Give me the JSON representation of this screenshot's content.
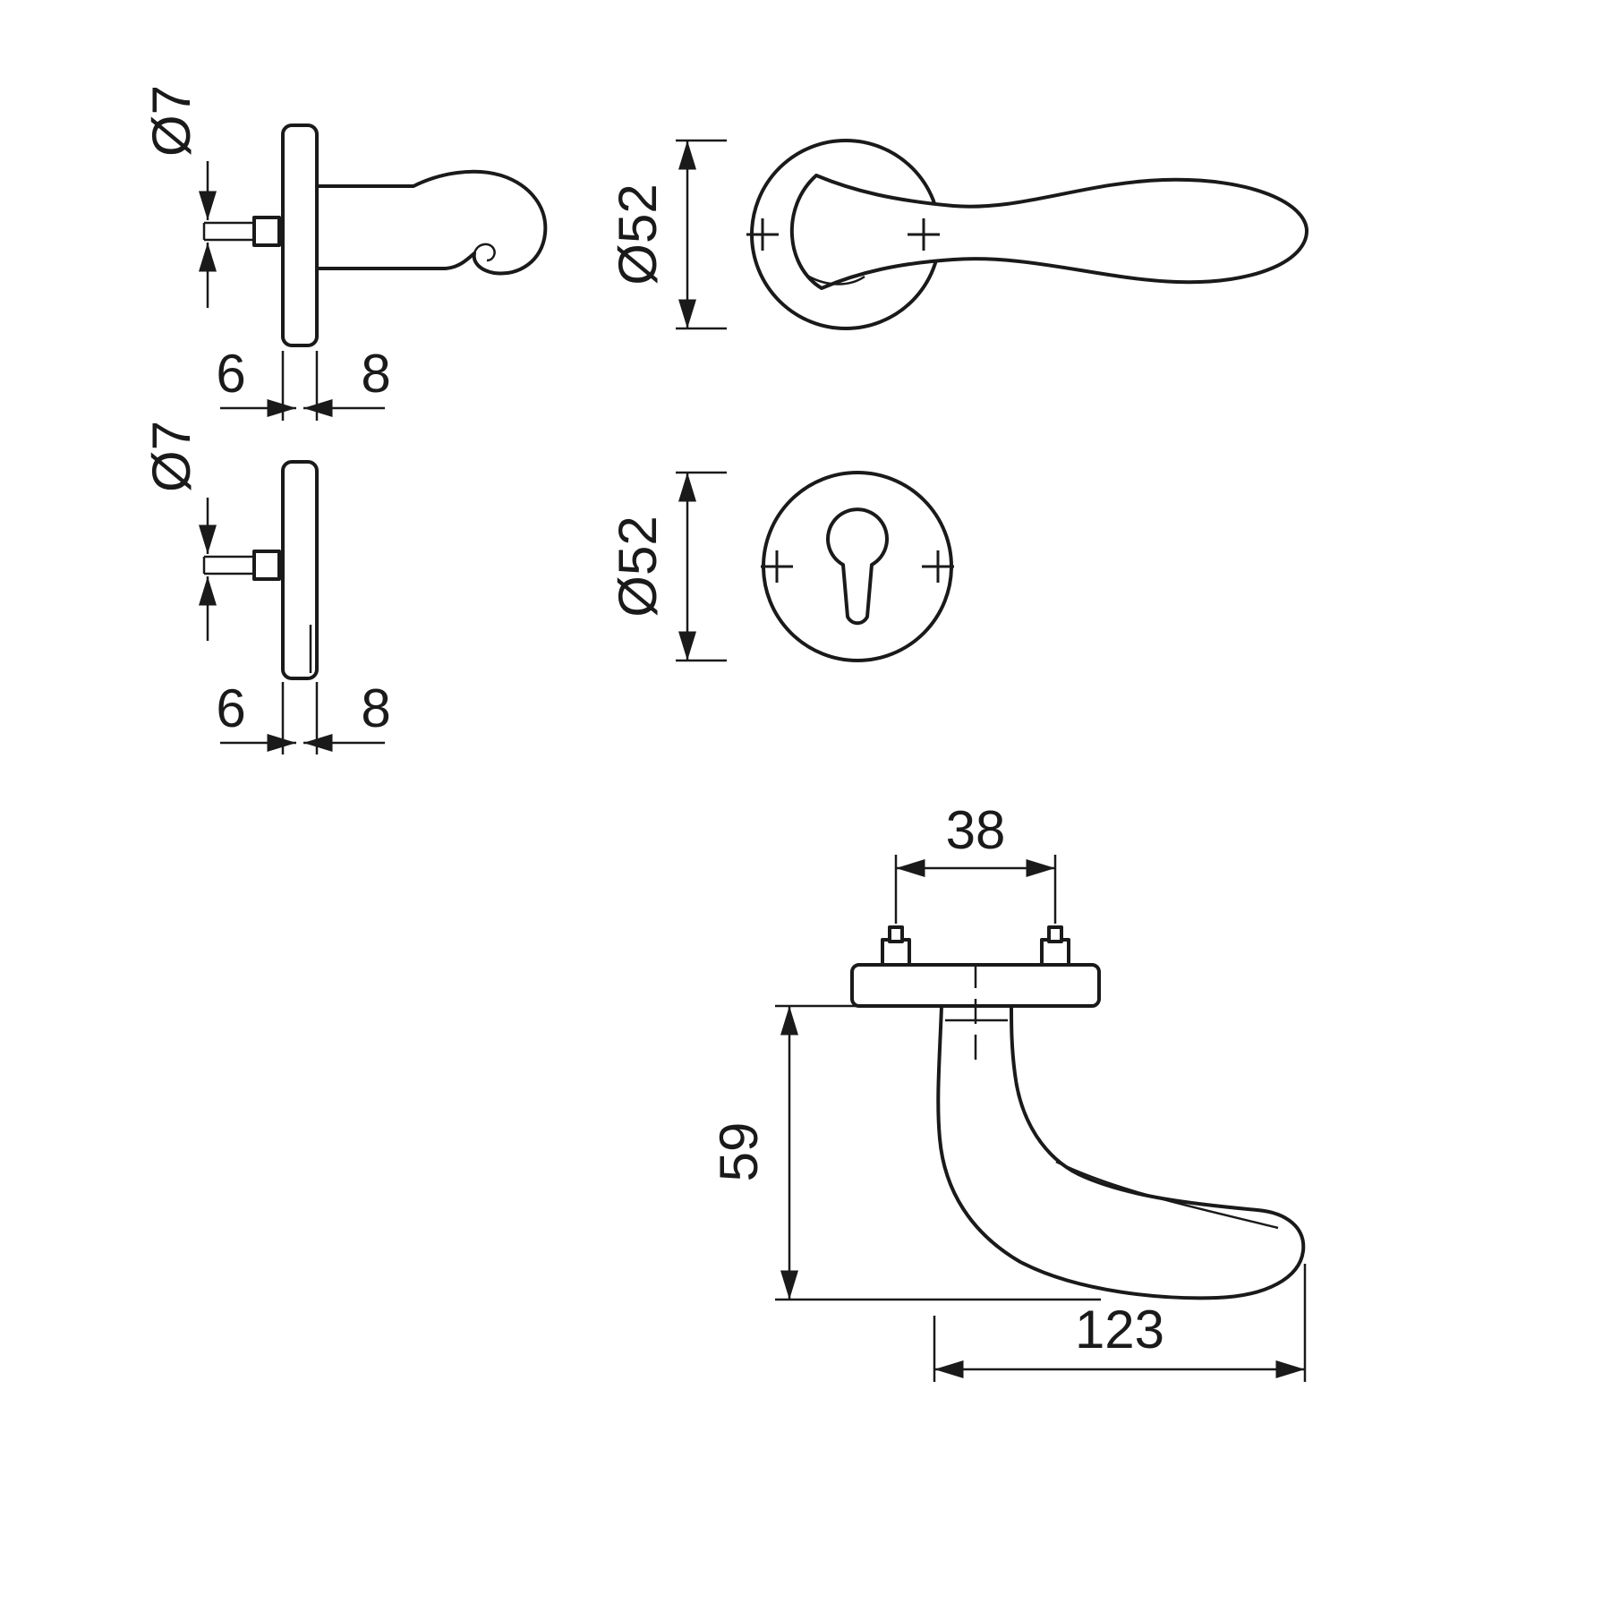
{
  "page": {
    "background": "#ffffff",
    "line_color": "#1a1a1a"
  },
  "views": {
    "lever_side": {
      "dim_spindle_diameter": "Ø7",
      "dim_inner_thickness": "6",
      "dim_outer_thickness": "8"
    },
    "escutcheon_side": {
      "dim_spindle_diameter": "Ø7",
      "dim_inner_thickness": "6",
      "dim_outer_thickness": "8"
    },
    "lever_front": {
      "dim_rose_diameter": "Ø52"
    },
    "escutcheon_front": {
      "dim_rose_diameter": "Ø52"
    },
    "lever_profile": {
      "dim_screw_spacing": "38",
      "dim_projection_height": "59",
      "dim_lever_length": "123"
    }
  }
}
